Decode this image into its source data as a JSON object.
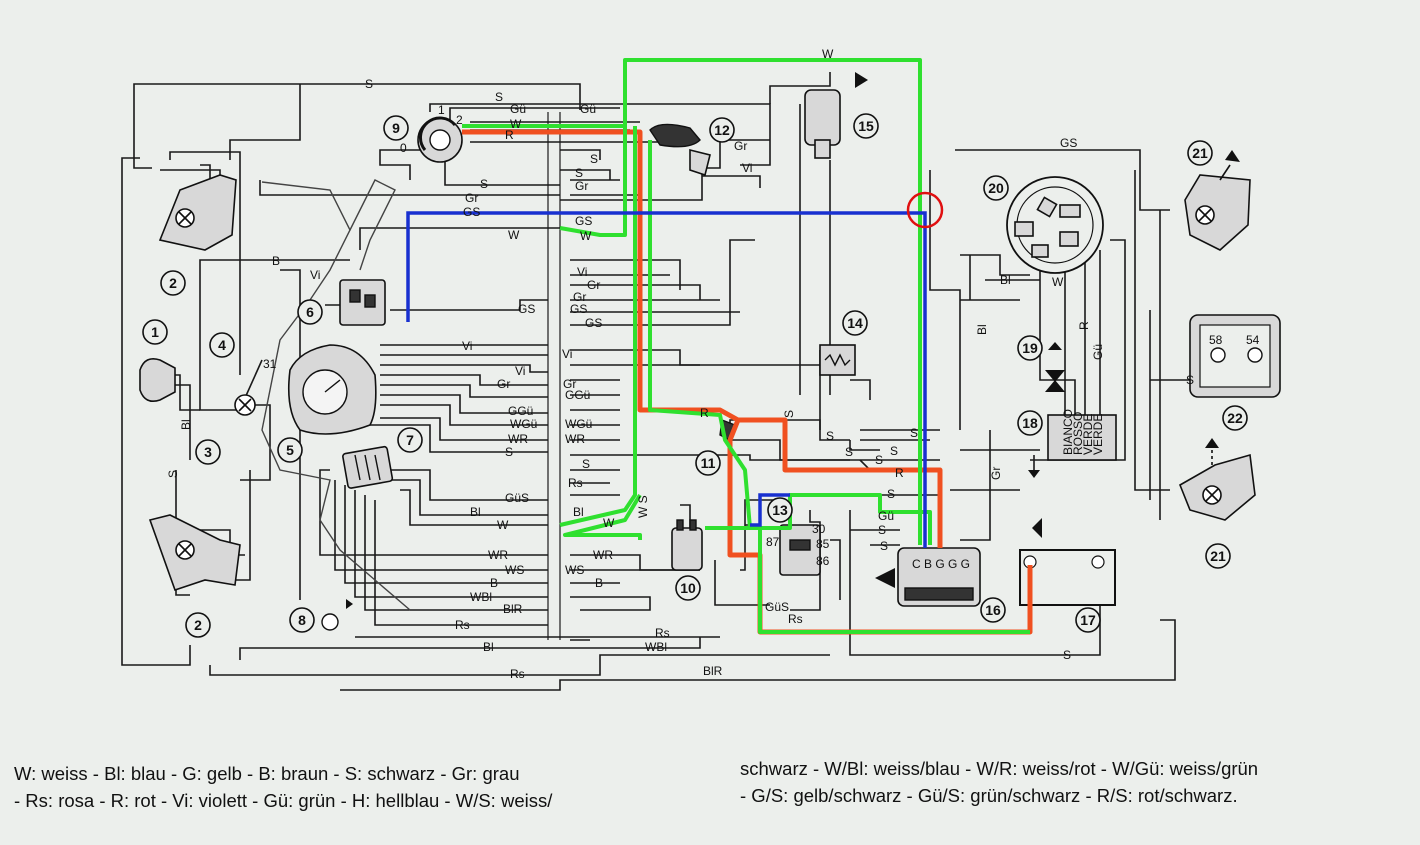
{
  "legend": {
    "left_line1": "W: weiss - Bl: blau - G: gelb - B: braun - S: schwarz - Gr: grau",
    "left_line2": "- Rs: rosa - R: rot - Vi: violett - Gü: grün - H: hellblau - W/S: weiss/",
    "right_line1": "schwarz - W/Bl: weiss/blau - W/R: weiss/rot - W/Gü: weiss/grün",
    "right_line2": "- G/S: gelb/schwarz - Gü/S: grün/schwarz - R/S: rot/schwarz."
  },
  "components": {
    "c1": "1",
    "c2a": "2",
    "c2b": "2",
    "c3": "3",
    "c4": "4",
    "c5": "5",
    "c6": "6",
    "c7": "7",
    "c8": "8",
    "c9": "9",
    "c10": "10",
    "c11": "11",
    "c12": "12",
    "c13": "13",
    "c14": "14",
    "c15": "15",
    "c16": "16",
    "c17": "17",
    "c18": "18",
    "c19": "19",
    "c20": "20",
    "c21a": "21",
    "c21b": "21",
    "c22": "22"
  },
  "wire_labels": {
    "s_top": "S",
    "s_9a": "S",
    "gu_9a": "Gü",
    "gu_9b": "Gü",
    "w_9": "W",
    "r_9": "R",
    "s_sw1": "S",
    "s_sw2": "S",
    "gr_sw": "Gr",
    "gr_sw2": "Gr",
    "gs_blue": "GS",
    "gs_sw": "GS",
    "w_left": "W",
    "w_sw": "W",
    "b_left": "B",
    "vi_left": "Vi",
    "vi_sw": "Vi",
    "gr_a": "Gr",
    "gr_b": "Gr",
    "gs_a": "GS",
    "gs_b": "GS",
    "gs_c": "GS",
    "vi_mid": "Vi",
    "vi_mid2": "Vi",
    "vi_r": "Vi",
    "gr_mid": "Gr",
    "gr_mid2": "Gr",
    "ggu_l": "GGü",
    "ggu_r": "GGü",
    "wgu_l": "WGü",
    "wgu_r": "WGü",
    "wr_l": "WR",
    "wr_r": "WR",
    "s_mid": "S",
    "s_mid2": "S",
    "rs_r": "Rs",
    "gus_l": "GüS",
    "bl_l": "Bl",
    "bl_r": "Bl",
    "w_low": "W",
    "w_low2": "W",
    "ws_v": "W S",
    "wr_low": "WR",
    "wr_low2": "WR",
    "ws_low": "WS",
    "ws_low2": "WS",
    "b_low": "B",
    "b_low2": "B",
    "wbl_low": "WBl",
    "bir_low": "BlR",
    "rs_low": "Rs",
    "rs_low2": "Rs",
    "bl_bot": "Bl",
    "wbl_bot": "WBl",
    "rs_bot": "Rs",
    "bir_bot": "BlR",
    "s_bot": "S",
    "w_topright": "W",
    "gs_right": "GS",
    "bl_right": "Bl",
    "w_20": "W",
    "r_20": "R",
    "gu_20": "Gü",
    "bl_v": "Bl",
    "gr_v": "Gr",
    "s_bl_left": "Bl",
    "s_left_v": "S",
    "gr_12": "Gr",
    "vi_12": "Vi",
    "s_14a": "S",
    "s_14b": "S",
    "s_14c": "S",
    "s_14d": "S",
    "s_16a": "S",
    "s_16b": "S",
    "s_16c": "S",
    "s_16d": "S",
    "s_16e": "S",
    "r_16": "R",
    "r_11": "R",
    "gus_13": "GüS",
    "rs_13": "Rs",
    "gu_16": "Gü",
    "s_22": "S",
    "t31": "31",
    "r13_87": "87",
    "r13_30": "30",
    "r13_85": "85",
    "r13_86": "86",
    "r22_58": "58",
    "r22_54": "54",
    "r16_terms": "C B G G G",
    "r18_a": "BIANCO",
    "r18_b": "ROSSO",
    "r18_c": "VERDE",
    "r18_d": "VERDE",
    "sw9_0": "0",
    "sw9_1": "1",
    "sw9_2": "2"
  },
  "colors": {
    "highlight_green": "#2fe02f",
    "highlight_red": "#f05020",
    "highlight_blue": "#1830d0",
    "marker_circle": "#e01010"
  }
}
